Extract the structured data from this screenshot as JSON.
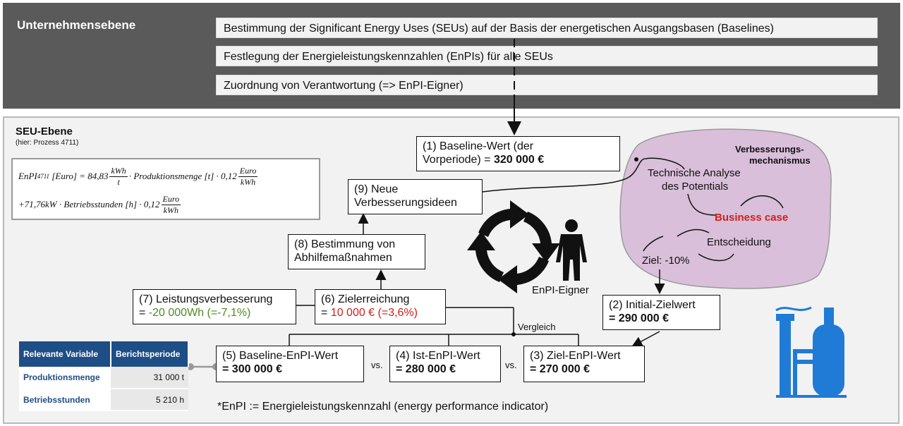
{
  "top": {
    "title": "Unternehmensebene",
    "rows": [
      "Bestimmung der Significant Energy Uses (SEUs) auf der Basis der energetischen Ausgangsbasen (Baselines)",
      "Festlegung der Energieleistungskennzahlen (EnPIs) für alle SEUs",
      "Zuordnung von Verantwortung (=> EnPI-Eigner)"
    ]
  },
  "seu": {
    "title": "SEU-Ebene",
    "subtitle": "(hier: Prozess 4711)"
  },
  "formula": {
    "enpi": "EnPI",
    "enpi_sub": "4711",
    "unit_euro": "[Euro] = 84,83",
    "kwh": "kWh",
    "t": "t",
    "mid1": "· Produktionsmenge [t] · 0,12",
    "euro": "Euro",
    "kwh2": "kWh",
    "line2_a": "+71,76kW · Betriebsstunden [h] · 0,12",
    "euro2": "Euro",
    "kwh3": "kWh"
  },
  "boxes": {
    "b1_line1": "(1) Baseline-Wert (der",
    "b1_line2a": "Vorperiode) = ",
    "b1_line2b": "320 000 €",
    "b9_line1": "(9) Neue",
    "b9_line2": "Verbesserungsideen",
    "b8_line1": "(8) Bestimmung von",
    "b8_line2": "Abhilfemaßnahmen",
    "b7_line1": "(7) Leistungsverbesserung",
    "b7_line2a": "= ",
    "b7_line2b": "-20 000Wh (=-7,1%)",
    "b6_line1": "(6) Zielerreichung",
    "b6_line2a": "= ",
    "b6_line2b": "10 000 € (=3,6%)",
    "b2_line1": "(2) Initial-Zielwert",
    "b2_line2": "= 290 000 €",
    "b5_line1": "(5) Baseline-EnPI-Wert",
    "b5_line2": "= 300 000 €",
    "b4_line1": "(4) Ist-EnPI-Wert",
    "b4_line2": "= 280 000 €",
    "b3_line1": "(3) Ziel-EnPI-Wert",
    "b3_line2": "= 270 000 €"
  },
  "labels": {
    "vergleich": "Vergleich",
    "vs1": "vs.",
    "vs2": "vs.",
    "owner": "EnPI-Eigner",
    "footnote": "*EnPI := Energieleistungskennzahl (energy performance indicator)"
  },
  "mechanism": {
    "title_line1": "Verbesserungs-",
    "title_line2": "mechanismus",
    "tech1": "Technische Analyse",
    "tech2": "des Potentials",
    "business": "Business case",
    "decision": "Entscheidung",
    "goal": "Ziel: -10%"
  },
  "table": {
    "headers": [
      "Relevante Variable",
      "Berichtsperiode"
    ],
    "rows": [
      {
        "name": "Produktionsmenge",
        "value": "31 000 t"
      },
      {
        "name": "Betriebsstunden",
        "value": "5 210 h"
      }
    ]
  },
  "colors": {
    "green": "#4f8a1f",
    "red": "#d0201c",
    "blob": "#d9bfd9",
    "factory": "#1f7bd6",
    "table_header": "#1e4e86"
  }
}
